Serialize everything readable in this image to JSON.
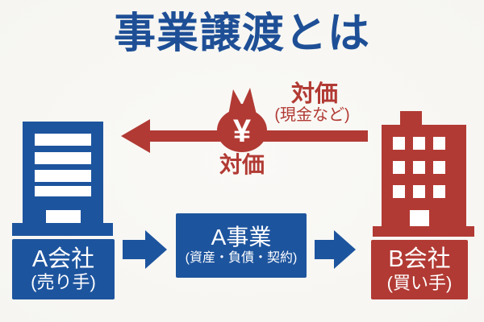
{
  "title": "事業譲渡とは",
  "payment": {
    "label_top": "対価",
    "label_sub": "(現金など)",
    "label_bottom": "対価",
    "moneybag_symbol": "¥"
  },
  "seller": {
    "name": "A会社",
    "role": "(売り手)"
  },
  "business": {
    "name": "A事業",
    "detail": "(資産・負債・契約)"
  },
  "buyer": {
    "name": "B会社",
    "role": "(買い手)"
  },
  "colors": {
    "blue": "#1d549e",
    "red": "#b23a34",
    "white": "#ffffff",
    "background": "#f8f7f4",
    "title_blue": "#1e4f96"
  }
}
